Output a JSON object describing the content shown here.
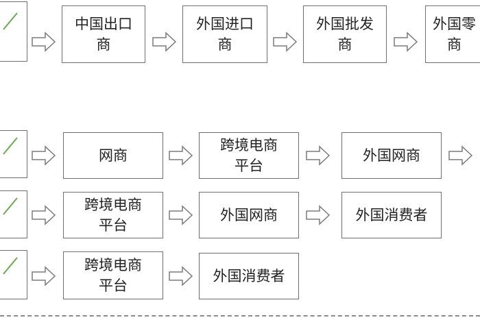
{
  "rows": [
    {
      "id": "trade",
      "boxes": [
        "中国出口\n商",
        "外国进口\n商",
        "外国批发\n商",
        "外国零\n商"
      ]
    },
    {
      "id": "b2b",
      "boxes": [
        "网商",
        "跨境电商\n平台",
        "外国网商"
      ]
    },
    {
      "id": "b2c",
      "boxes": [
        "跨境电商\n平台",
        "外国网商",
        "外国消费者"
      ]
    },
    {
      "id": "direct",
      "boxes": [
        "跨境电商\n平台",
        "外国消费者"
      ]
    }
  ],
  "colors": {
    "border": "#6e6e6e",
    "arrow": "#7a7a7a",
    "tick": "#6aa84f",
    "text": "#222222"
  }
}
